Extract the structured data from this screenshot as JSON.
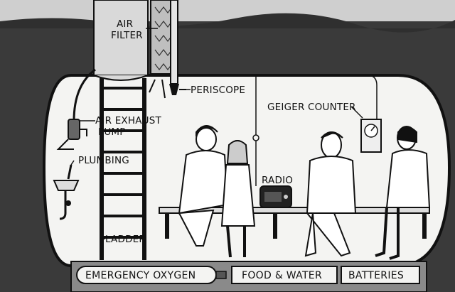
{
  "labels": {
    "air_filter_line1": "AIR",
    "air_filter_line2": "FILTER",
    "periscope": "PERISCOPE",
    "air_exhaust_line1": "AIR EXHAUST",
    "air_exhaust_line2": "PUMP",
    "geiger_counter": "GEIGER COUNTER",
    "plumbing": "PLUMBING",
    "radio": "RADIO",
    "ladder": "LADDER"
  },
  "storage": {
    "emergency_oxygen": "EMERGENCY OXYGEN",
    "food_water": "FOOD & WATER",
    "batteries": "BATTERIES"
  },
  "colors": {
    "earth": "#3a3a3a",
    "earth_dark": "#2a2a2a",
    "interior": "#f4f4f2",
    "ink": "#111111",
    "ground_surface": "#cfcfcf"
  },
  "icons": [
    "air-filter-icon",
    "periscope-icon",
    "exhaust-pump-icon",
    "sink-icon",
    "geiger-counter-icon",
    "radio-icon",
    "ladder-icon",
    "oxygen-tank-icon"
  ]
}
